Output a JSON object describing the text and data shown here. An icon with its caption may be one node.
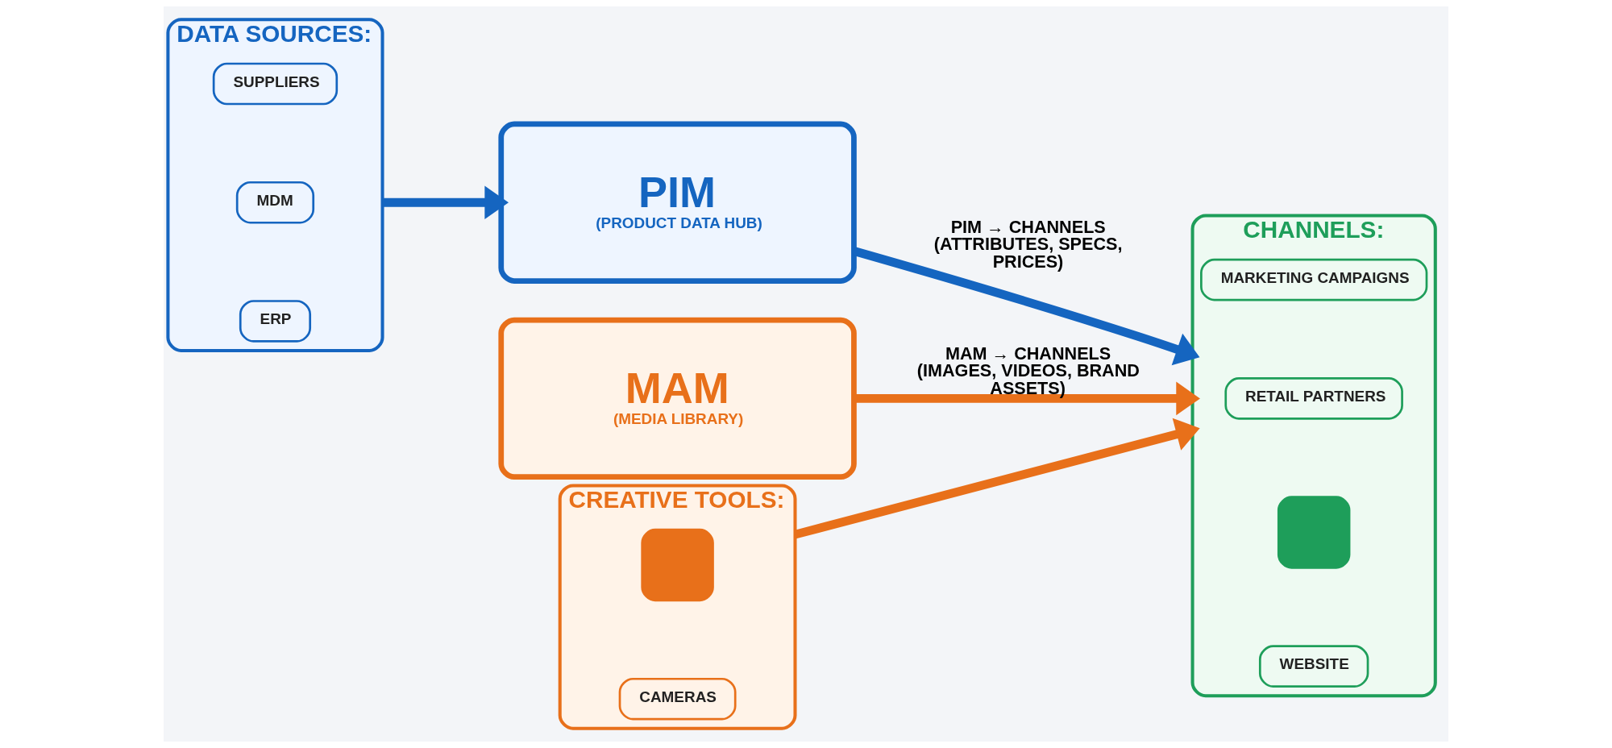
{
  "diagram": {
    "nodes": [
      {
        "text": [
          "DATA SOURCES:"
        ]
      },
      {
        "text": [
          "ERP"
        ],
        "in": 0
      },
      {
        "text": [
          "MDM"
        ],
        "in": 0
      },
      {
        "text": [
          "SUPPLIERS"
        ],
        "in": 0
      },
      {
        "text": [
          "PIM",
          "(PRODUCT DATA HUB)"
        ]
      },
      {
        "text": [
          "MAM",
          "(MEDIA LIBRARY)"
        ]
      },
      {
        "text": [
          "CREATIVE TOOLS:"
        ]
      },
      {
        "text": [
          "CAMERAS"
        ],
        "in": 6
      },
      {
        "text": [],
        "shape": "box",
        "in": 6
      },
      {
        "text": [
          "CHANNELS:"
        ]
      },
      {
        "text": [
          "WEBSITE"
        ],
        "in": 9
      },
      {
        "text": [],
        "shape": "box",
        "in": 9
      },
      {
        "text": [
          "RETAIL PARTNERS"
        ],
        "in": 9
      },
      {
        "text": [
          "MARKETING CAMPAIGNS"
        ],
        "in": 9
      }
    ],
    "edges": [
      {
        "from": 0,
        "to": 4,
        "arrow": "to",
        "color": "#1565c0"
      },
      {
        "from": 4,
        "to": 9,
        "arrow": "to",
        "color": "#1565c0",
        "label": "PIM → CHANNELS (ATTRIBUTES, SPECS, PRICES)"
      },
      {
        "from": 5,
        "to": 9,
        "arrow": "to",
        "color": "#e8701a",
        "label": "MAM → CHANNELS (IMAGES, VIDEOS, BRAND ASSETS)"
      },
      {
        "from": 6,
        "to": 9,
        "arrow": "to",
        "color": "#e8701a"
      }
    ]
  }
}
